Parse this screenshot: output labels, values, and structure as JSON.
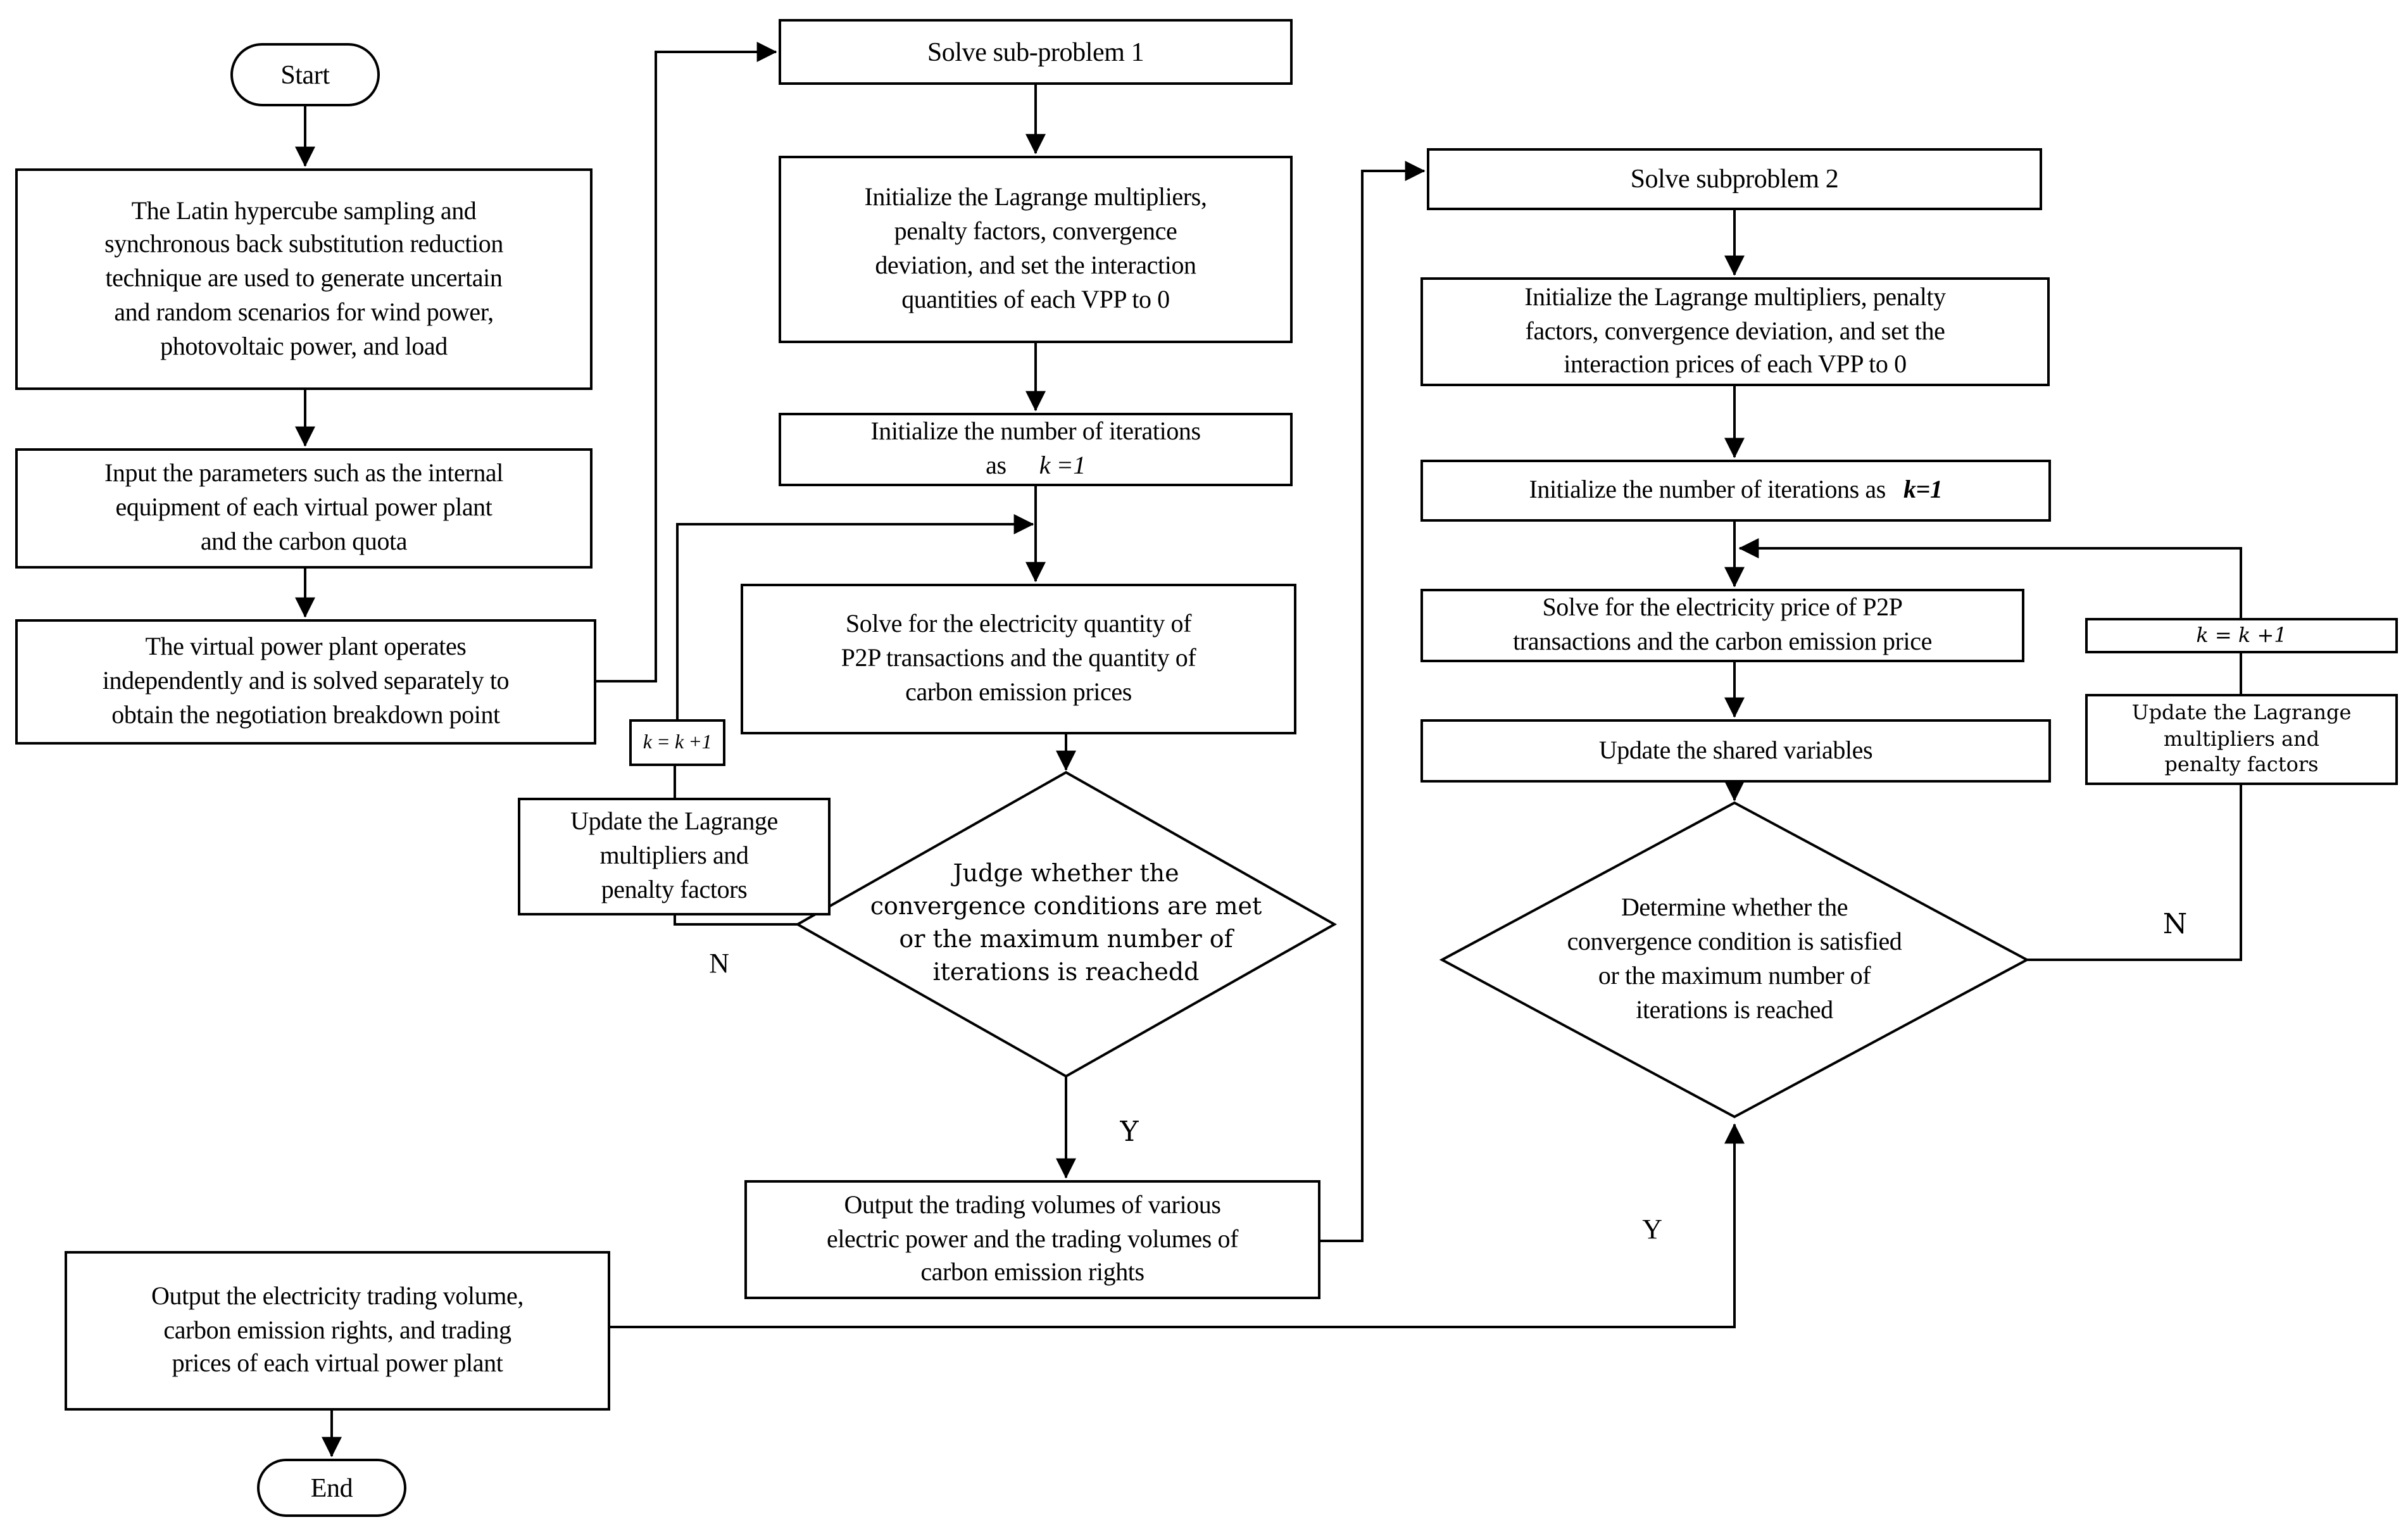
{
  "diagram": {
    "background": "#ffffff",
    "stroke": "#000000"
  },
  "labels": {
    "yes": "Y",
    "no": "N"
  },
  "nodes": {
    "start": {
      "label": "Start"
    },
    "lhs": {
      "lines": [
        "The Latin hypercube sampling and",
        "synchronous back substitution reduction",
        "technique are used to generate uncertain",
        "and random scenarios for wind power,",
        "photovoltaic power, and load"
      ]
    },
    "input_params": {
      "lines": [
        "Input the parameters such as the internal",
        "equipment of each virtual power plant",
        "and the carbon quota"
      ]
    },
    "vpp_independent": {
      "lines": [
        "The virtual power plant operates",
        "independently and is solved separately to",
        "obtain the negotiation breakdown point"
      ]
    },
    "solve_sub1": {
      "label": "Solve sub-problem 1"
    },
    "init_lagrange_1": {
      "lines": [
        "Initialize the Lagrange multipliers,",
        "penalty factors, convergence",
        "deviation, and set the interaction",
        "quantities of each VPP to 0"
      ]
    },
    "init_iter_1": {
      "label": "Initialize the number of iterations",
      "label2": "as",
      "math": "k =1"
    },
    "solve_quantity": {
      "lines": [
        "Solve for the electricity quantity of",
        "P2P transactions and the quantity of",
        "carbon emission prices"
      ]
    },
    "k_inc_1": {
      "math": "k = k +1"
    },
    "update_lagrange_1": {
      "lines": [
        "Update the Lagrange",
        "multipliers and",
        "penalty factors"
      ]
    },
    "judge_1": {
      "lines": [
        "Judge whether the",
        "convergence conditions are met",
        "or the maximum number of",
        "iterations is reachedd"
      ]
    },
    "output_volumes": {
      "lines": [
        "Output the trading volumes of various",
        "electric power and the trading volumes of",
        "carbon emission rights"
      ]
    },
    "solve_sub2": {
      "label": "Solve subproblem 2"
    },
    "init_lagrange_2": {
      "lines": [
        "Initialize the Lagrange multipliers, penalty",
        "factors, convergence deviation, and set the",
        "interaction prices of each VPP to 0"
      ]
    },
    "init_iter_2": {
      "label": "Initialize the number of iterations as",
      "math": "k=1"
    },
    "solve_price": {
      "lines": [
        "Solve for the electricity price of P2P",
        "transactions and the carbon emission price"
      ]
    },
    "update_shared": {
      "label": "Update the shared variables"
    },
    "judge_2": {
      "lines": [
        "Determine whether the",
        "convergence condition is satisfied",
        "or the maximum number of",
        "iterations is reached"
      ]
    },
    "k_inc_2": {
      "math": "k = k +1"
    },
    "update_lagrange_2": {
      "lines": [
        "Update the Lagrange",
        "multipliers and",
        "penalty factors"
      ]
    },
    "output_final": {
      "lines": [
        "Output the electricity trading volume,",
        "carbon emission rights, and trading",
        "prices of each virtual power plant"
      ]
    },
    "end": {
      "label": "End"
    }
  }
}
